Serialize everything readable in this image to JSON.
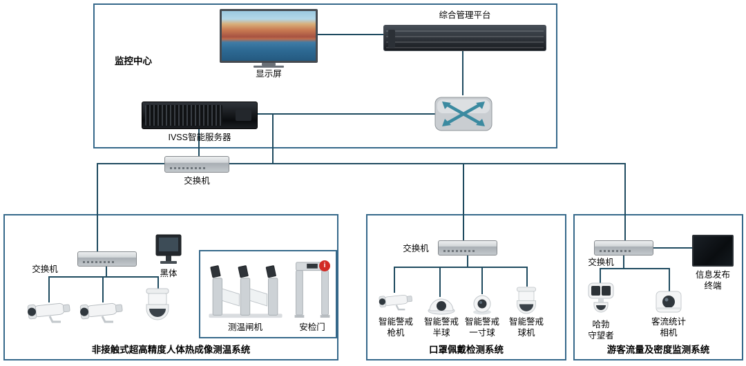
{
  "colors": {
    "line": "#1e4a5f",
    "box_border": "#35688a",
    "arrow_accent": "#3b8aa0",
    "alert_red": "#d22b25"
  },
  "monitoring_center": {
    "title": "监控中心",
    "platform_label": "综合管理平台",
    "display_label": "显示屏",
    "ivss_label": "IVSS智能服务器"
  },
  "backbone": {
    "switch_label": "交换机"
  },
  "thermal": {
    "title": "非接触式超高精度人体热成像测温系统",
    "switch_label": "交换机",
    "blackbody_label": "黑体",
    "gate_temp_label": "测温闸机",
    "gate_security_label": "安检门"
  },
  "mask": {
    "title": "口罩佩戴检测系统",
    "switch_label": "交换机",
    "cameras": [
      "智能警戒\n枪机",
      "智能警戒\n半球",
      "智能警戒\n一寸球",
      "智能警戒\n球机"
    ]
  },
  "flow": {
    "title": "游客流量及密度监测系统",
    "switch_label": "交换机",
    "terminal_label": "信息发布\n终端",
    "hubble_label": "哈勃\n守望者",
    "counter_label": "客流统计\n相机"
  }
}
